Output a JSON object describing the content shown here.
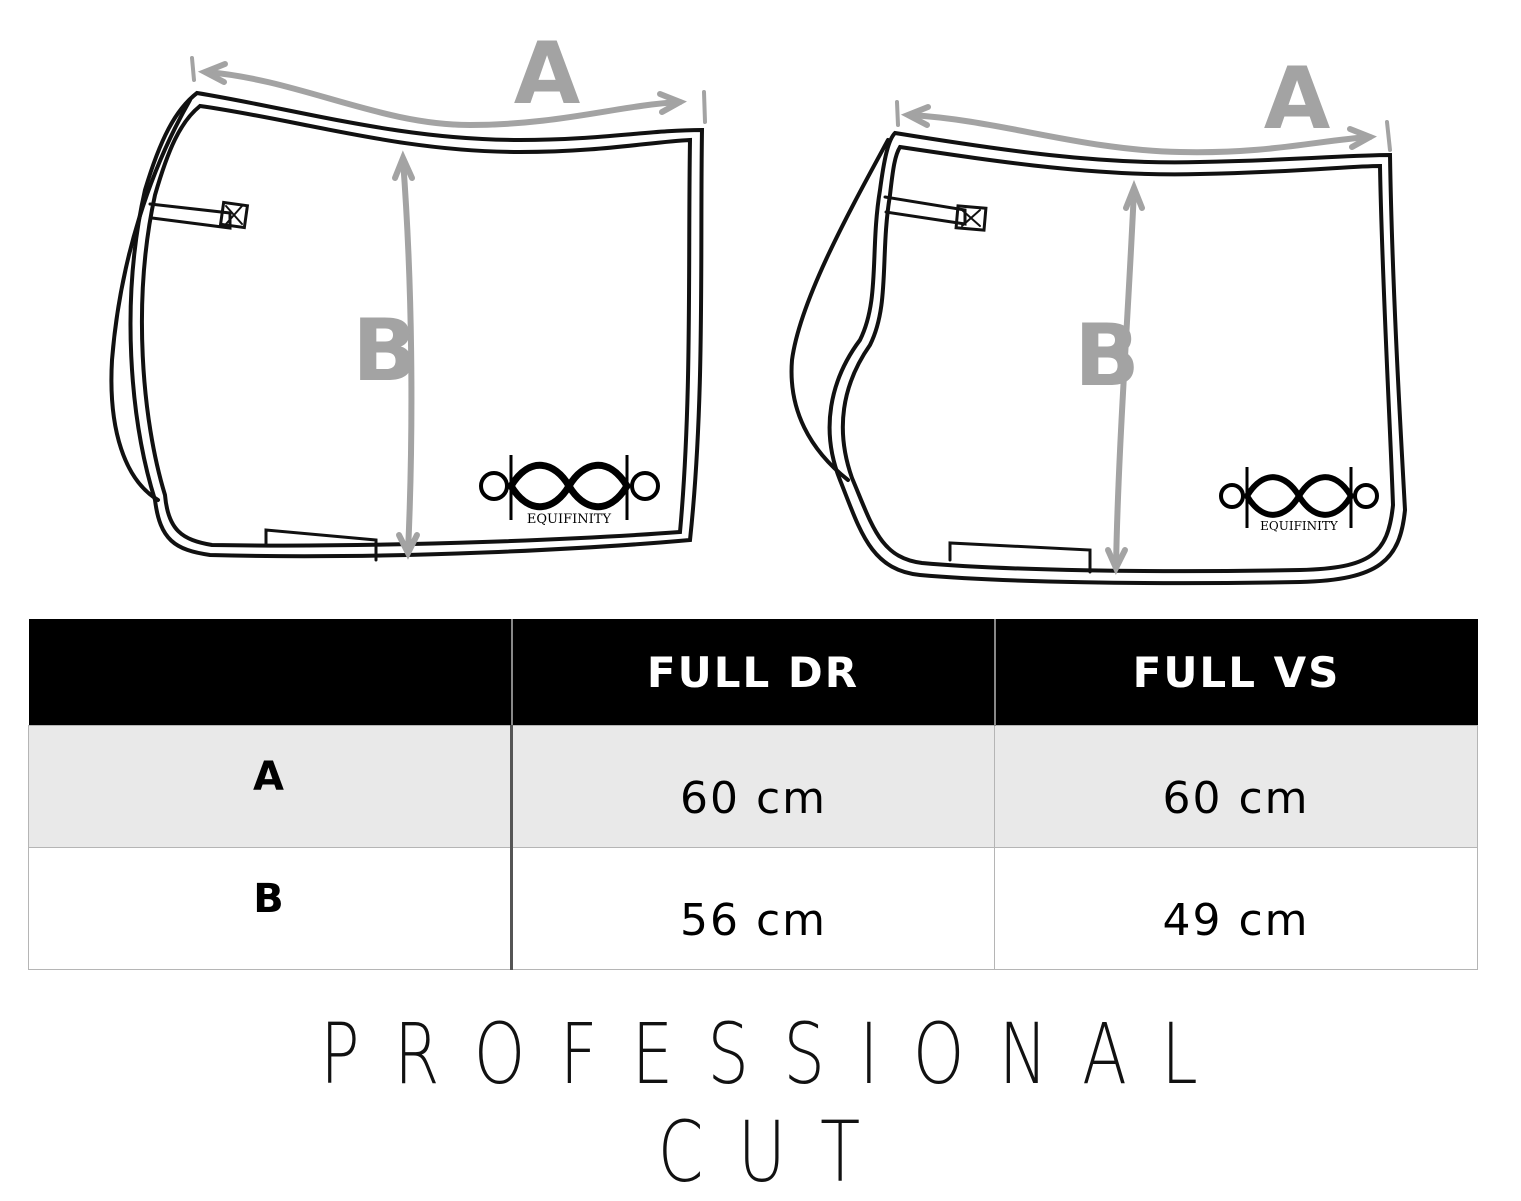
{
  "diagrams": [
    {
      "name": "dressage-pad",
      "dimension_labels": [
        "A",
        "B"
      ],
      "logo_text": "EQUIFINITY"
    },
    {
      "name": "jumping-pad",
      "dimension_labels": [
        "A",
        "B"
      ],
      "logo_text": "EQUIFINITY"
    }
  ],
  "table": {
    "headers": [
      "",
      "FULL DR",
      "FULL VS"
    ],
    "rows": [
      {
        "label": "A",
        "values": [
          "60 cm",
          "60 cm"
        ]
      },
      {
        "label": "B",
        "values": [
          "56 cm",
          "49 cm"
        ]
      }
    ]
  },
  "footer": "PROFESSIONAL CUT",
  "colors": {
    "header_bg": "#000000",
    "row_alt": "#e9e9e9",
    "dimension_gray": "#a3a3a3"
  }
}
